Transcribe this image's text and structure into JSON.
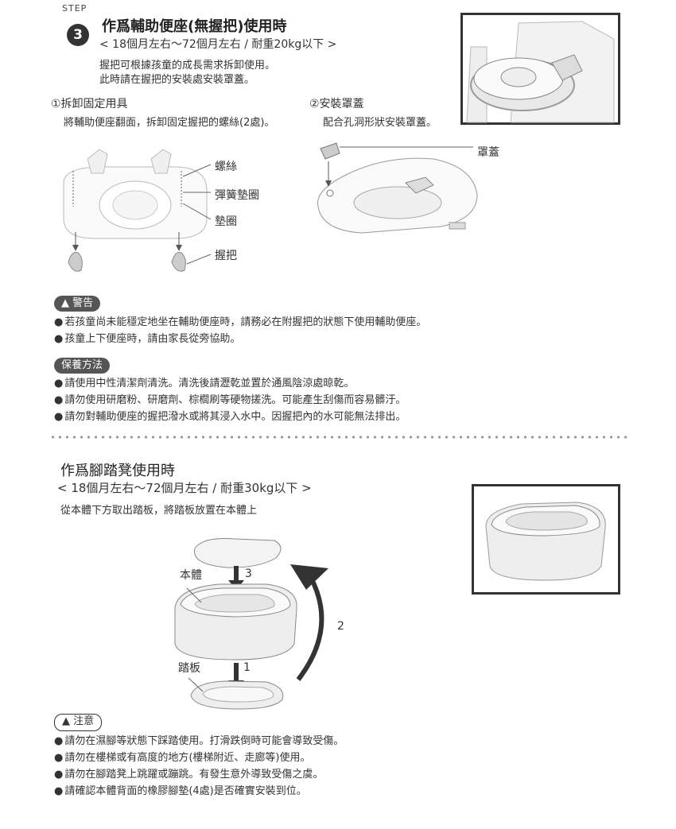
{
  "step": {
    "label": "STEP",
    "number": "3"
  },
  "section1": {
    "title": "作爲輔助便座(無握把)使用時",
    "subtitle": "< 18個月左右～72個月左右 / 耐重20kg以下 >",
    "desc": [
      "握把可根據孩童的成長需求拆卸使用。",
      "此時請在握把的安裝處安裝罩蓋。"
    ],
    "step1_title": "①拆卸固定用具",
    "step1_desc": "將輔助便座翻面，拆卸固定握把的螺絲(2處)。",
    "step2_title": "②安裝罩蓋",
    "step2_desc": "配合孔洞形狀安裝罩蓋。",
    "labels": {
      "screw": "螺絲",
      "spring_washer": "彈簧墊圈",
      "washer": "墊圈",
      "handle": "握把",
      "cover": "罩蓋"
    }
  },
  "warning": {
    "badge": "警告",
    "items": [
      "若孩童尚未能穩定地坐在輔助便座時，請務必在附握把的狀態下使用輔助便座。",
      "孩童上下便座時，請由家長從旁協助。"
    ]
  },
  "care": {
    "badge": "保養方法",
    "items": [
      "請使用中性清潔劑清洗。清洗後請瀝乾並置於通風陰涼處晾乾。",
      "請勿使用研磨粉、研磨劑、棕櫚刷等硬物搓洗。可能產生刮傷而容易髒汙。",
      "請勿對輔助便座的握把潑水或將其浸入水中。因握把內的水可能無法排出。"
    ]
  },
  "section2": {
    "title": "作爲腳踏凳使用時",
    "subtitle": "< 18個月左右～72個月左右 / 耐重30kg以下 >",
    "desc": "從本體下方取出踏板，將踏板放置在本體上",
    "labels": {
      "body": "本體",
      "step_board": "踏板",
      "n1": "1",
      "n2": "2",
      "n3": "3"
    }
  },
  "caution": {
    "badge": "注意",
    "items": [
      "請勿在濕腳等狀態下踩踏使用。打滑跌倒時可能會導致受傷。",
      "請勿在樓梯或有高度的地方(樓梯附近、走廊等)使用。",
      "請勿在腳踏凳上跳躍或蹦跳。有發生意外導致受傷之虞。",
      "請確認本體背面的橡膠腳墊(4處)是否確實安裝到位。"
    ]
  }
}
